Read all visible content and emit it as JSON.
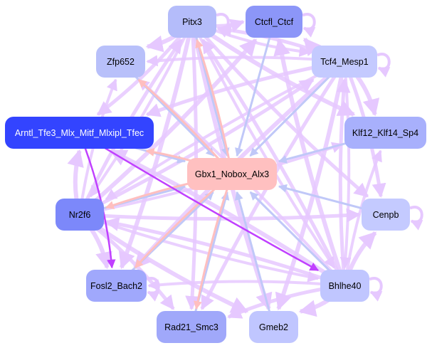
{
  "diagram": {
    "type": "directed-network",
    "center_node": "Gbx1_Nobox_Alx3",
    "edge_colors": {
      "default": "#e6c8ff",
      "strong": "#c040ff",
      "from_center": "#ffbfbf",
      "to_center": "#c0c8f8"
    },
    "nodes": [
      {
        "id": "pitx3",
        "label": "Pitx3",
        "fill": "#b4bcfa",
        "text_color": "#000000"
      },
      {
        "id": "ctcfl",
        "label": "Ctcfl_Ctcf",
        "fill": "#8c96f8",
        "text_color": "#000000"
      },
      {
        "id": "zfp652",
        "label": "Zfp652",
        "fill": "#b8c0fa",
        "text_color": "#000000"
      },
      {
        "id": "tcf4",
        "label": "Tcf4_Mesp1",
        "fill": "#c4caff",
        "text_color": "#000000"
      },
      {
        "id": "arntl",
        "label": "Arntl_Tfe3_Mlx_Mitf_Mlxipl_Tfec",
        "fill": "#3344ff",
        "text_color": "#ffffff"
      },
      {
        "id": "klf12",
        "label": "Klf12_Klf14_Sp4",
        "fill": "#a8b0fc",
        "text_color": "#000000"
      },
      {
        "id": "gbx1",
        "label": "Gbx1_Nobox_Alx3",
        "fill": "#ffc0c0",
        "text_color": "#000000"
      },
      {
        "id": "nr2f6",
        "label": "Nr2f6",
        "fill": "#7c88fa",
        "text_color": "#000000"
      },
      {
        "id": "cenpb",
        "label": "Cenpb",
        "fill": "#c4caff",
        "text_color": "#000000"
      },
      {
        "id": "fosl2",
        "label": "Fosl2_Bach2",
        "fill": "#a0a8fc",
        "text_color": "#000000"
      },
      {
        "id": "bhlhe40",
        "label": "Bhlhe40",
        "fill": "#c0c6ff",
        "text_color": "#000000"
      },
      {
        "id": "rad21",
        "label": "Rad21_Smc3",
        "fill": "#a0a8fa",
        "text_color": "#000000"
      },
      {
        "id": "gmeb2",
        "label": "Gmeb2",
        "fill": "#c0c6ff",
        "text_color": "#000000"
      }
    ]
  }
}
